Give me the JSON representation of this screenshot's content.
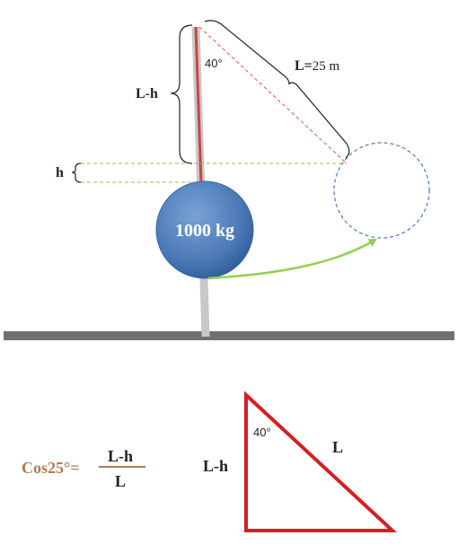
{
  "diagram": {
    "mass_label": "1000 kg",
    "length_label_prefix": "L=",
    "length_label_value": "25 m",
    "angle_top_label": "40°",
    "brace_top_label": "L-h",
    "brace_h_label": "h"
  },
  "triangle": {
    "angle_label": "40°",
    "hyp_label": "L",
    "vertical_label": "L-h"
  },
  "equation": {
    "lhs": "Cos25°=",
    "numerator": "L-h",
    "denominator": "L"
  },
  "colors": {
    "ground": "#707070",
    "rope": "#c8c8c8",
    "rope_highlight": "#d05050",
    "ball_fill": "#4f81bd",
    "dashed_circle": "#4a7ac8",
    "arrow": "#92d050",
    "dashed_guides": "#9bbb59",
    "dashed_red": "#e05555",
    "triangle": "#d42020",
    "equation": "#b07a4f"
  }
}
